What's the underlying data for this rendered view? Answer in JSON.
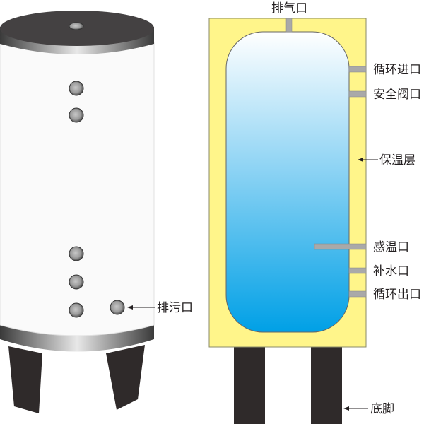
{
  "exterior": {
    "drain_label": "排污口",
    "colors": {
      "shell": "#fafafa",
      "cap": "#444142",
      "feet": "#2f2a2a",
      "port": "#9a9a9a"
    }
  },
  "cross_section": {
    "top_label": "排气口",
    "labels": {
      "circulation_inlet": "循环进口",
      "safety_valve": "安全阀口",
      "insulation": "保温层",
      "temp_sensor": "感温口",
      "water_supply": "补水口",
      "circulation_outlet": "循环出口",
      "feet": "底脚"
    },
    "colors": {
      "insulation": "#fff58a",
      "water_top": "#ffffff",
      "water_bottom": "#00a0e6",
      "pipe": "#a9a9a9",
      "feet": "#2f2a2a"
    }
  }
}
